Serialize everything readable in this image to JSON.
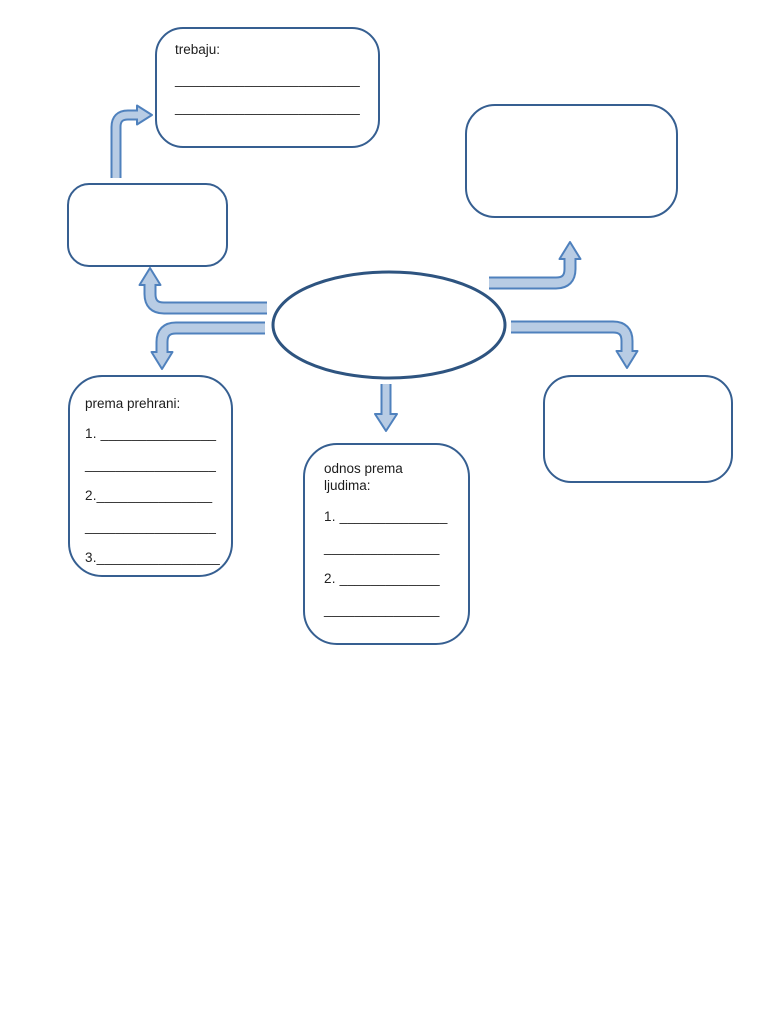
{
  "diagram": {
    "colors": {
      "box_border": "#365f91",
      "ellipse_border": "#2e5480",
      "arrow_fill": "#b8cce4",
      "arrow_stroke": "#4f81bd",
      "text": "#1c1c1c"
    },
    "ellipse": {
      "label": ""
    },
    "boxes": {
      "top": {
        "label": "trebaju:",
        "lines": [
          "________________________",
          "________________________"
        ]
      },
      "top_left": {
        "label": ""
      },
      "top_right": {
        "label": ""
      },
      "right": {
        "label": ""
      },
      "bottom_left": {
        "label": "prema prehrani:",
        "lines": [
          "1. _______________",
          "_________________",
          "2._______________",
          "_________________",
          "3.________________"
        ]
      },
      "bottom_middle": {
        "label": "odnos prema ljudima:",
        "lines": [
          "1. ______________",
          "_______________",
          "2. _____________",
          "_______________"
        ]
      }
    }
  }
}
